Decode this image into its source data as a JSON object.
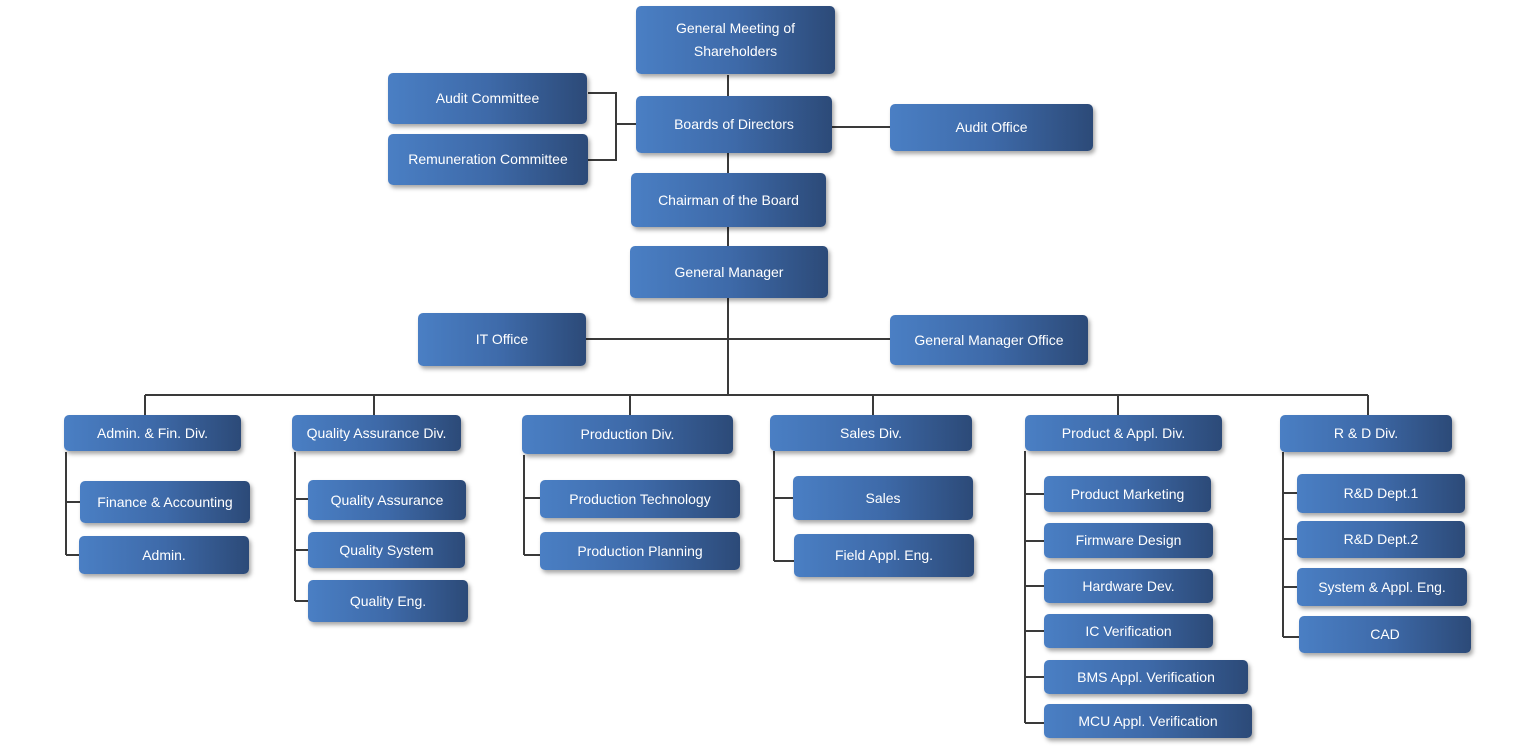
{
  "org_chart": {
    "general_meeting": "General Meeting of Shareholders",
    "audit_committee": "Audit  Committee",
    "remuneration_committee": "Remuneration Committee",
    "board_of_directors": "Boards of Directors",
    "audit_office": "Audit  Office",
    "chairman": "Chairman of the Board",
    "general_manager": "General  Manager",
    "it_office": "IT  Office",
    "gm_office": "General  Manager  Office",
    "divisions": {
      "admin_fin": {
        "label": "Admin. & Fin. Div.",
        "departments": [
          "Finance & Accounting",
          "Admin."
        ]
      },
      "quality_assurance": {
        "label": "Quality Assurance Div.",
        "departments": [
          "Quality Assurance",
          "Quality System",
          "Quality Eng."
        ]
      },
      "production": {
        "label": "Production Div.",
        "departments": [
          "Production Technology",
          "Production Planning"
        ]
      },
      "sales": {
        "label": "Sales Div.",
        "departments": [
          "Sales",
          "Field  Appl. Eng."
        ]
      },
      "product_appl": {
        "label": "Product & Appl. Div.",
        "departments": [
          "Product  Marketing",
          "Firmware Design",
          "Hardware Dev.",
          "IC  Verification",
          "BMS  Appl. Verification",
          "MCU  Appl. Verification"
        ]
      },
      "rd": {
        "label": "R & D  Div.",
        "departments": [
          "R&D Dept.1",
          "R&D Dept.2",
          "System & Appl. Eng.",
          "CAD"
        ]
      }
    }
  }
}
